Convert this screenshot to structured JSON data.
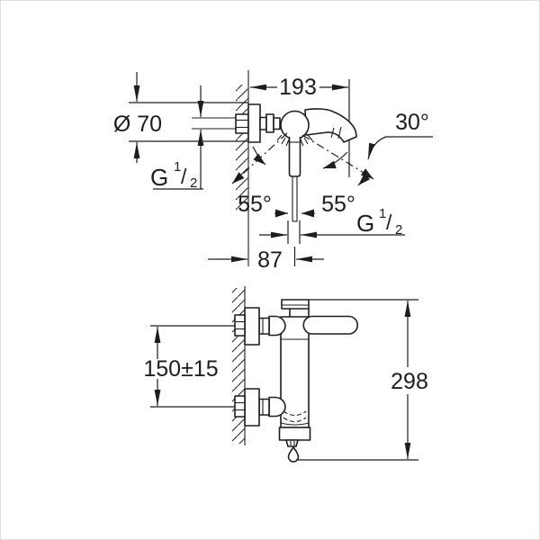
{
  "drawing": {
    "background": "#ffffff",
    "ink": "#1d1d1d",
    "top_view": {
      "projection_width": "193",
      "escutcheon_diameter": "Ø 70",
      "spout_angle": "30°",
      "swing_left": "55°",
      "swing_right": "55°",
      "projection_to_axis": "87",
      "thread_inlet": {
        "prefix": "G",
        "numerator": "1",
        "slash": "/",
        "denominator": "2"
      },
      "thread_outlet": {
        "prefix": "G",
        "numerator": "1",
        "slash": "/",
        "denominator": "2"
      }
    },
    "side_view": {
      "inlet_spacing": "150±15",
      "overall_height": "298"
    }
  }
}
